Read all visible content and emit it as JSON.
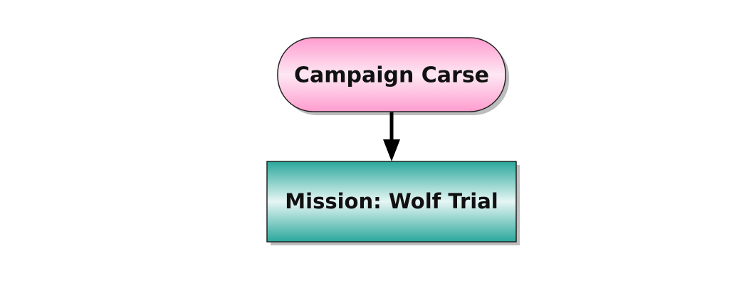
{
  "diagram": {
    "nodes": [
      {
        "id": "campaign",
        "shape": "rounded",
        "label": "Campaign Carse",
        "colors": {
          "edge": "#ff9ccf",
          "center": "#fde8f3",
          "border": "#222222"
        }
      },
      {
        "id": "mission",
        "shape": "rect",
        "label": "Mission: Wolf Trial",
        "colors": {
          "edge": "#2aa79b",
          "center": "#e6f6f4",
          "border": "#222222"
        }
      }
    ],
    "edges": [
      {
        "from": "campaign",
        "to": "mission",
        "color": "#000000"
      }
    ],
    "shadow_color": "#bdbdbd"
  }
}
